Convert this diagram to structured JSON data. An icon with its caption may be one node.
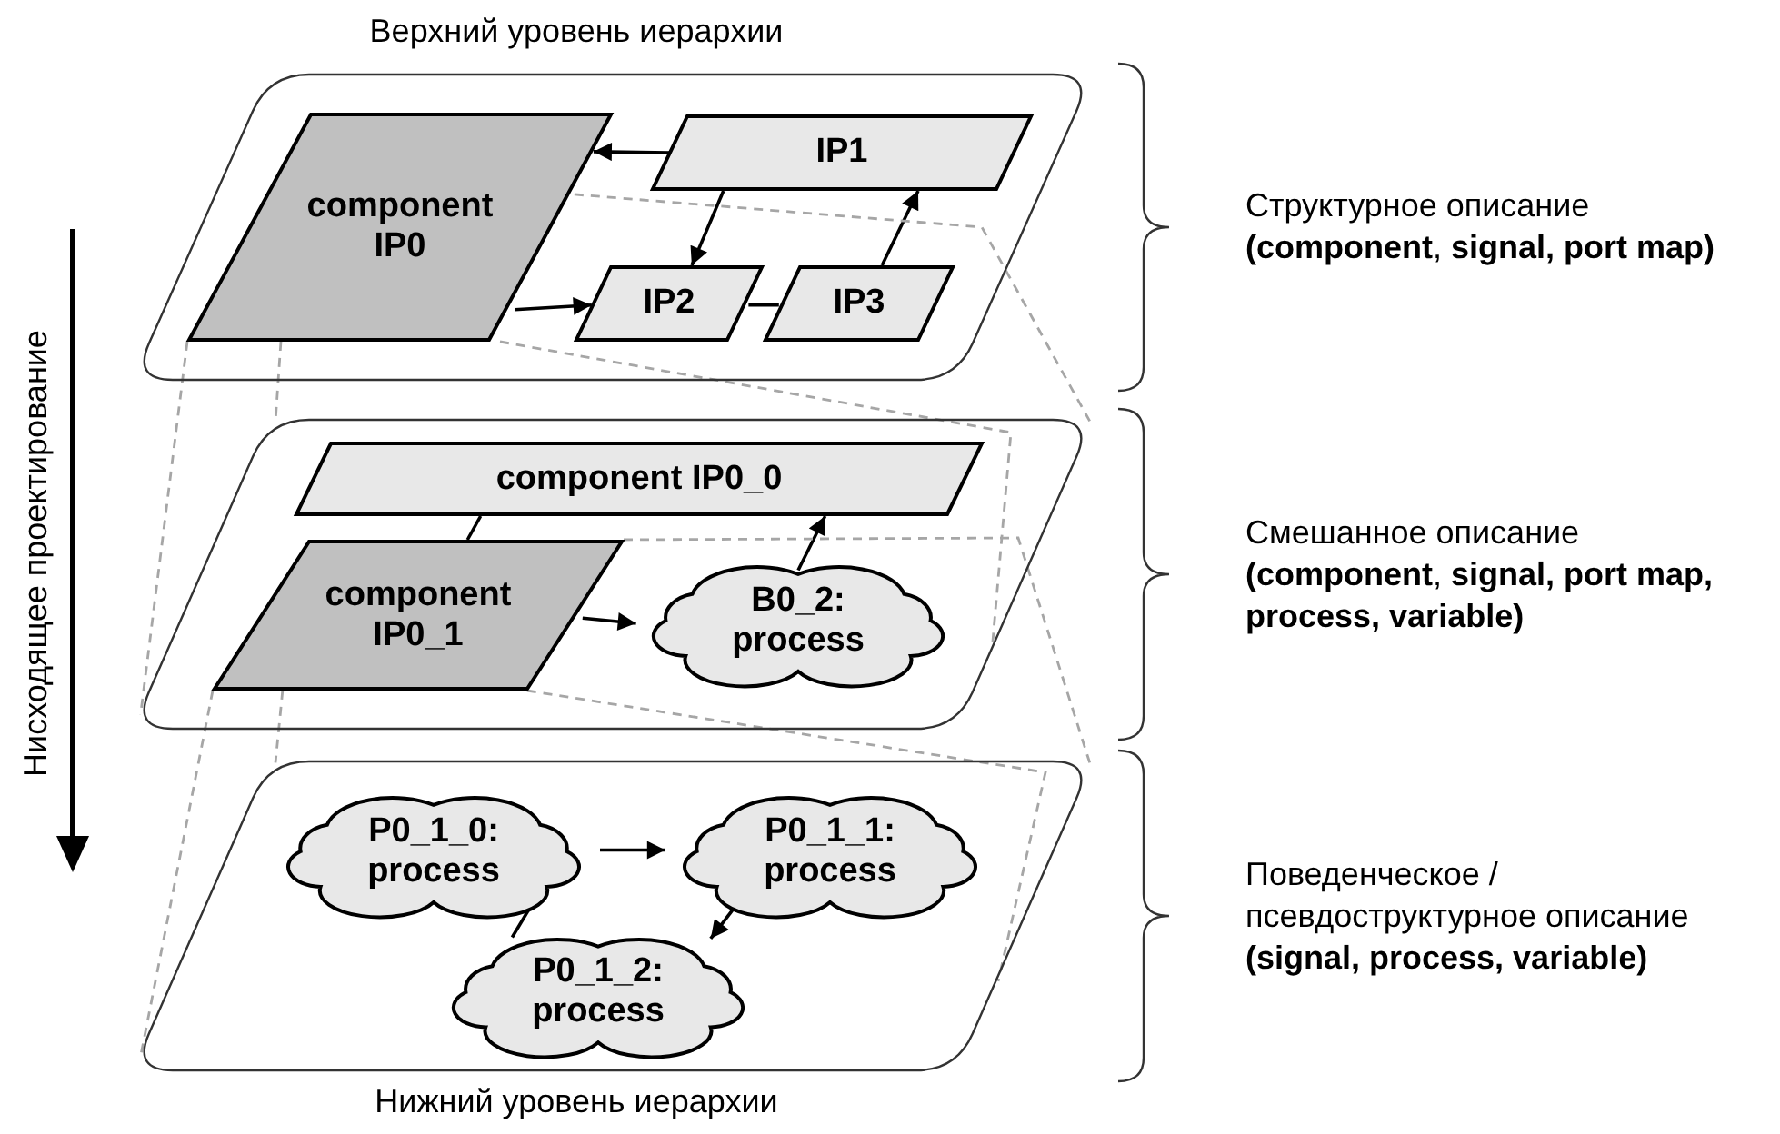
{
  "diagram": {
    "nodes": [
      {
        "text": [],
        "shape": "parallelogram",
        "beside": [
          "Структурное описание",
          "**(component**, **signal, port map)**"
        ]
      },
      {
        "text": [
          "component IP0"
        ],
        "in": 0
      },
      {
        "text": [
          "IP1"
        ],
        "in": 0
      },
      {
        "text": [
          "IP2"
        ],
        "in": 0
      },
      {
        "text": [
          "IP3"
        ],
        "in": 0
      },
      {
        "text": [],
        "shape": "parallelogram",
        "beside": [
          "Смешанное описание",
          "**(component**, **signal, port map, process, variable)**"
        ]
      },
      {
        "text": [
          "component IP0_0"
        ],
        "in": 5
      },
      {
        "text": [
          "component IP0_1"
        ],
        "in": 5
      },
      {
        "text": [
          "B0_2: process"
        ],
        "in": 5
      },
      {
        "text": [],
        "shape": "parallelogram",
        "beside": [
          "Поведенческое / псевдоструктурное описание",
          "**(signal, process, variable)**"
        ]
      },
      {
        "text": [
          "P0_1_0: process"
        ],
        "in": 9
      },
      {
        "text": [
          "P0_1_1: process"
        ],
        "in": 9
      },
      {
        "text": [
          "P0_1_2: process"
        ],
        "in": 9
      }
    ],
    "edges": [
      {
        "from": 2,
        "to": 1,
        "arrow": "to"
      },
      {
        "from": 2,
        "to": 3,
        "arrow": "to"
      },
      {
        "from": 4,
        "to": 2,
        "arrow": "to"
      },
      {
        "from": 1,
        "to": 3,
        "arrow": "to"
      },
      {
        "from": 3,
        "to": 4,
        "arrow": "none"
      },
      {
        "from": 6,
        "to": 7,
        "arrow": "none"
      },
      {
        "from": 7,
        "to": 8,
        "arrow": "to"
      },
      {
        "from": 8,
        "to": 6,
        "arrow": "to"
      },
      {
        "from": 10,
        "to": 11,
        "arrow": "to"
      },
      {
        "from": 11,
        "to": 12,
        "arrow": "to"
      },
      {
        "from": 10,
        "to": 12,
        "arrow": "none"
      },
      {
        "from": 1,
        "to": 5,
        "arrow": "none",
        "style": "dashed",
        "color": "#a6a6a6"
      },
      {
        "from": 1,
        "to": 5,
        "arrow": "none",
        "style": "dashed",
        "color": "#a6a6a6"
      },
      {
        "from": 1,
        "to": 5,
        "arrow": "none",
        "style": "dashed",
        "color": "#a6a6a6"
      },
      {
        "from": 1,
        "to": 5,
        "arrow": "none",
        "style": "dashed",
        "color": "#a6a6a6"
      },
      {
        "from": 7,
        "to": 9,
        "arrow": "none",
        "style": "dashed",
        "color": "#a6a6a6"
      },
      {
        "from": 7,
        "to": 9,
        "arrow": "none",
        "style": "dashed",
        "color": "#a6a6a6"
      },
      {
        "from": 7,
        "to": 9,
        "arrow": "none",
        "style": "dashed",
        "color": "#a6a6a6"
      },
      {
        "from": 7,
        "to": 9,
        "arrow": "none",
        "style": "dashed",
        "color": "#a6a6a6"
      }
    ],
    "labels": [
      "Верхний уровень иерархии",
      "Нисходящее проектирование",
      "Нижний уровень иерархии"
    ]
  }
}
